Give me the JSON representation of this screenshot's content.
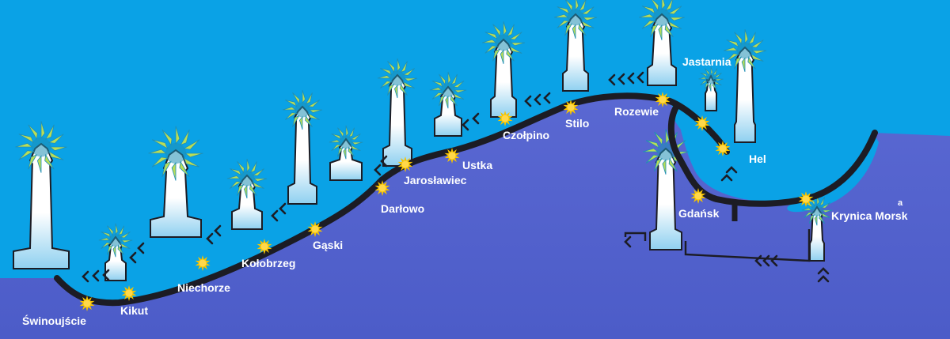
{
  "colors": {
    "sky": "#0aa2e6",
    "sea": "#5565cf",
    "coast": "#1c1c24",
    "marker": "#f6c300",
    "tower": "#ffffff",
    "tower_outline": "#1c1c24",
    "tower_fade": "#9fd8f3",
    "halo": "#b9dd57",
    "halo_inner": "#1f8fb5",
    "arrow": "#1c1c24",
    "label": "#ffffff"
  },
  "places": [
    {
      "id": "swinoujscie",
      "label": "Świnoujście"
    },
    {
      "id": "kikut",
      "label": "Kikut"
    },
    {
      "id": "niechorze",
      "label": "Niechorze"
    },
    {
      "id": "kolobrzeg",
      "label": "Kołobrzeg"
    },
    {
      "id": "gaski",
      "label": "Gąski"
    },
    {
      "id": "darlowo",
      "label": "Darłowo"
    },
    {
      "id": "jaroslawiec",
      "label": "Jarosławiec"
    },
    {
      "id": "ustka",
      "label": "Ustka"
    },
    {
      "id": "czolpino",
      "label": "Czołpino"
    },
    {
      "id": "stilo",
      "label": "Stilo"
    },
    {
      "id": "rozewie",
      "label": "Rozewie"
    },
    {
      "id": "jastarnia",
      "label": "Jastarnia"
    },
    {
      "id": "hel",
      "label": "Hel"
    },
    {
      "id": "gdansk",
      "label": "Gdańsk"
    },
    {
      "id": "krynica",
      "label": "Krynica Morsk"
    },
    {
      "id": "krynica_a",
      "label": "a"
    }
  ],
  "icons": {
    "marker": "sun-marker-icon",
    "lighthouse": "lighthouse-icon",
    "arrow": "chevron-arrow-icon"
  }
}
